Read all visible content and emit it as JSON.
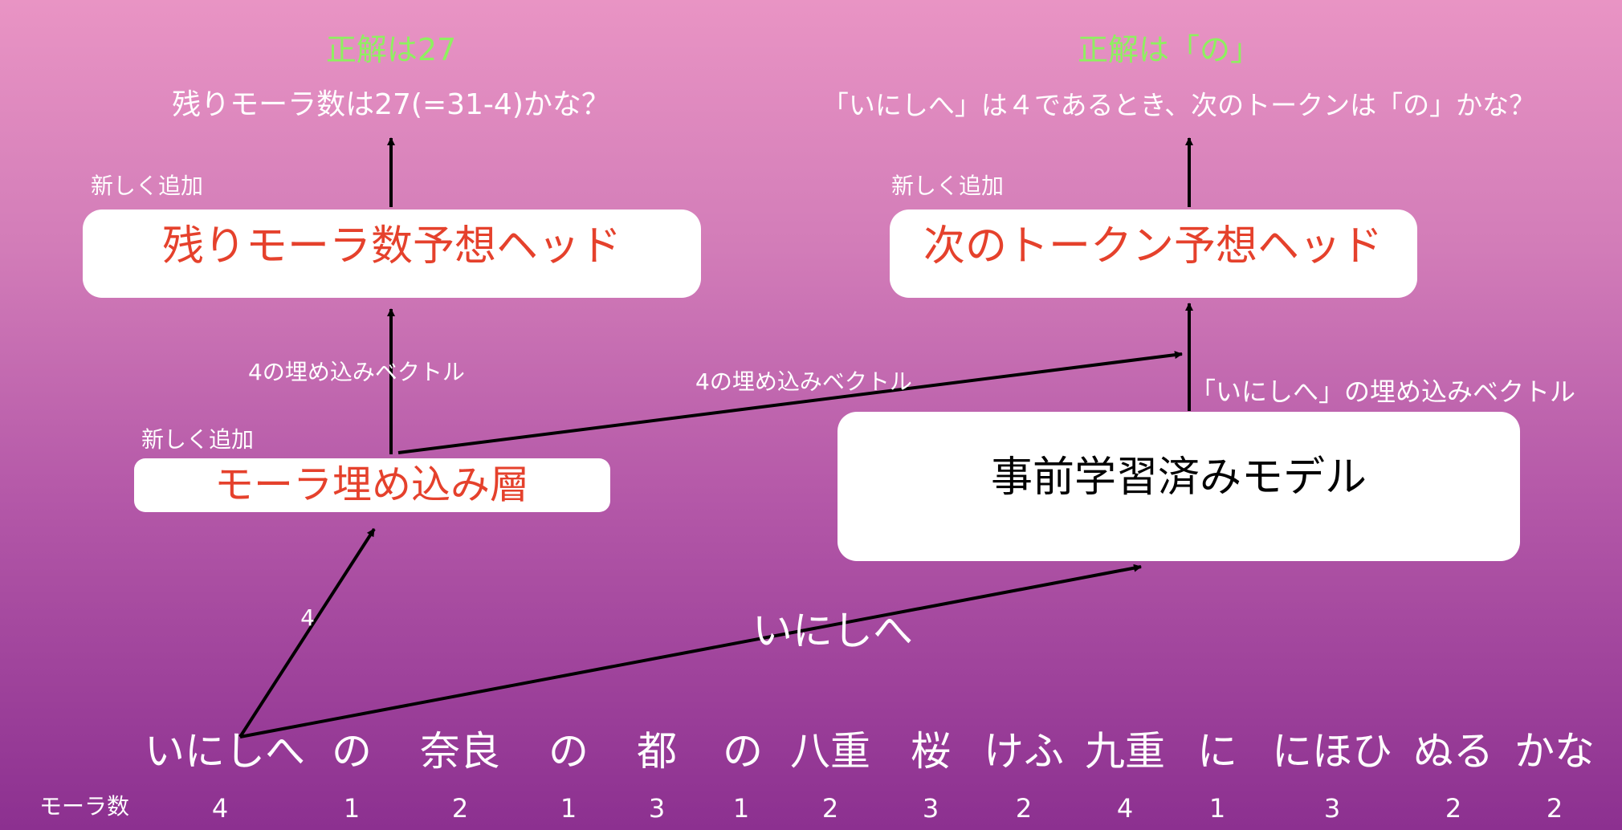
{
  "left_head": {
    "answer": "正解は27",
    "question": "残りモーラ数は27(=31-4)かな？",
    "new_label": "新しく追加",
    "box_label": "残りモーラ数予想ヘッド"
  },
  "right_head": {
    "answer": "正解は「の」",
    "question": "「いにしへ」は４であるとき、次のトークンは「の」かな？",
    "new_label": "新しく追加",
    "box_label": "次のトークン予想ヘッド"
  },
  "mora_layer": {
    "new_label": "新しく追加",
    "box_label": "モーラ埋め込み層",
    "up_edge_label": "4の埋め込みベクトル",
    "side_edge_label": "4の埋め込みベクトル"
  },
  "pretrained": {
    "box_label": "事前学習済みモデル",
    "up_edge_label": "「いにしへ」の埋め込みベクトル"
  },
  "input_edges": {
    "mora_label": "4",
    "token_label": "いにしへ"
  },
  "colors": {
    "answer": "#8ef060",
    "new_module_text": "#e5412c",
    "box": "#ffffff",
    "arrow": "#000000"
  },
  "sentence": {
    "words": [
      "いにしへ",
      "の",
      "奈良",
      "の",
      "都",
      "の",
      "八重",
      "桜",
      "けふ",
      "九重",
      "に",
      "にほひ",
      "ぬる",
      "かな"
    ],
    "mora_header": "モーラ数",
    "mora_counts": [
      "4",
      "1",
      "2",
      "1",
      "3",
      "1",
      "2",
      "3",
      "2",
      "4",
      "1",
      "3",
      "2",
      "2"
    ]
  }
}
